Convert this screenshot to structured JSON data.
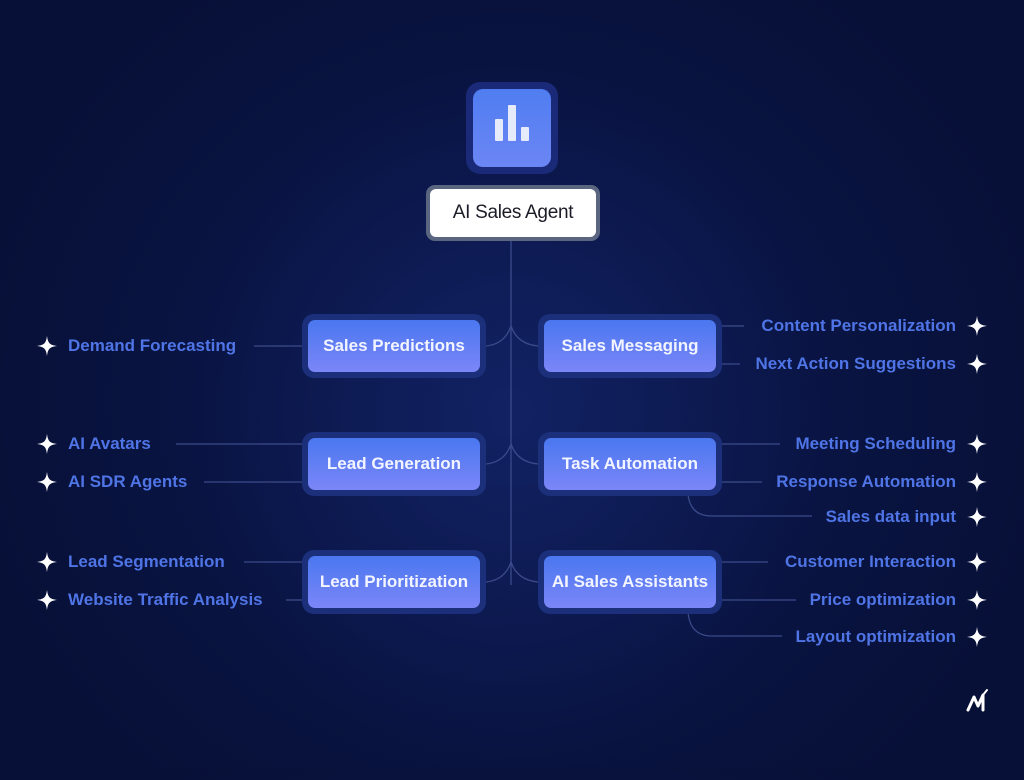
{
  "root": {
    "icon": "bar-chart-icon",
    "label": "AI Sales Agent"
  },
  "colors": {
    "background": "#0a1546",
    "node_fill_top": "#4a77f0",
    "node_fill_bottom": "#7b86f7",
    "leaf_text": "#4f74e6",
    "connector": "#3b4a8a",
    "star": "#ffffff"
  },
  "left_nodes": [
    {
      "label": "Sales Predictions",
      "leaves": [
        "Demand Forecasting"
      ]
    },
    {
      "label": "Lead Generation",
      "leaves": [
        "AI Avatars",
        "AI SDR Agents"
      ]
    },
    {
      "label": "Lead Prioritization",
      "leaves": [
        "Lead Segmentation",
        "Website Traffic Analysis"
      ]
    }
  ],
  "right_nodes": [
    {
      "label": "Sales Messaging",
      "leaves": [
        "Content Personalization",
        "Next Action Suggestions"
      ]
    },
    {
      "label": "Task Automation",
      "leaves": [
        "Meeting Scheduling",
        "Response Automation",
        "Sales data input"
      ]
    },
    {
      "label": "AI Sales Assistants",
      "leaves": [
        "Customer Interaction",
        "Price optimization",
        "Layout optimization"
      ]
    }
  ],
  "brand_logo": "M"
}
